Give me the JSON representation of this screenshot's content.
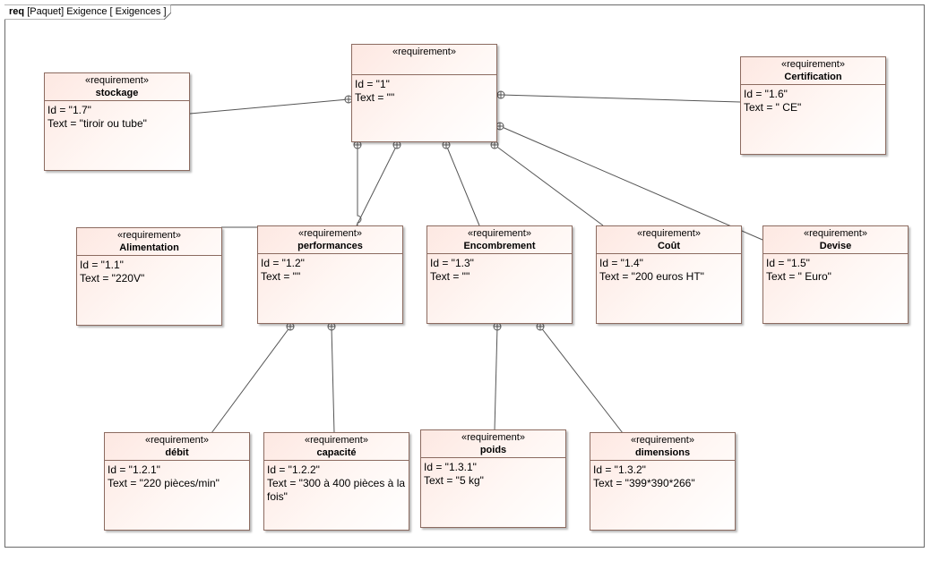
{
  "frame": {
    "keyword": "req",
    "title": "[Paquet] Exigence [ Exigences ]"
  },
  "requirements": {
    "root": {
      "stereotype": "«requirement»",
      "name": "",
      "id": "Id = \"1\"",
      "text": "Text = \"\""
    },
    "r17": {
      "stereotype": "«requirement»",
      "name": "stockage",
      "id": "Id = \"1.7\"",
      "text": "Text = \"tiroir ou tube\""
    },
    "r16": {
      "stereotype": "«requirement»",
      "name": "Certification",
      "id": "Id = \"1.6\"",
      "text": "Text = \" CE\""
    },
    "r11": {
      "stereotype": "«requirement»",
      "name": "Alimentation",
      "id": "Id = \"1.1\"",
      "text": "Text = \"220V\""
    },
    "r12": {
      "stereotype": "«requirement»",
      "name": "performances",
      "id": "Id = \"1.2\"",
      "text": "Text = \"\""
    },
    "r13": {
      "stereotype": "«requirement»",
      "name": "Encombrement",
      "id": "Id = \"1.3\"",
      "text": "Text = \"\""
    },
    "r14": {
      "stereotype": "«requirement»",
      "name": "Coût",
      "id": "Id = \"1.4\"",
      "text": "Text = \"200 euros HT\""
    },
    "r15": {
      "stereotype": "«requirement»",
      "name": "Devise",
      "id": "Id = \"1.5\"",
      "text": "Text = \" Euro\""
    },
    "r121": {
      "stereotype": "«requirement»",
      "name": "débit",
      "id": "Id = \"1.2.1\"",
      "text": "Text = \"220 pièces/min\""
    },
    "r122": {
      "stereotype": "«requirement»",
      "name": "capacité",
      "id": "Id = \"1.2.2\"",
      "text": "Text = \"300 à 400 pièces à la fois\""
    },
    "r131": {
      "stereotype": "«requirement»",
      "name": "poids",
      "id": "Id = \"1.3.1\"",
      "text": "Text = \"5 kg\""
    },
    "r132": {
      "stereotype": "«requirement»",
      "name": "dimensions",
      "id": "Id = \"1.3.2\"",
      "text": "Text = \"399*390*266\""
    }
  },
  "containment": [
    [
      "root",
      "r17"
    ],
    [
      "root",
      "r16"
    ],
    [
      "root",
      "r11"
    ],
    [
      "root",
      "r12"
    ],
    [
      "root",
      "r13"
    ],
    [
      "root",
      "r14"
    ],
    [
      "root",
      "r15"
    ],
    [
      "r12",
      "r121"
    ],
    [
      "r12",
      "r122"
    ],
    [
      "r13",
      "r131"
    ],
    [
      "r13",
      "r132"
    ]
  ]
}
